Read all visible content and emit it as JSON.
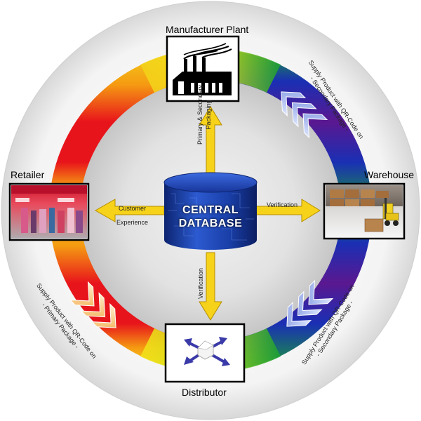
{
  "nodes": {
    "manufacturer": "Manufacturer Plant",
    "warehouse": "Warehouse",
    "distributor": "Distributor",
    "retailer": "Retailer"
  },
  "central": {
    "line1": "CENTRAL",
    "line2": "DATABASE"
  },
  "arrows": {
    "up_line1": "Primary & Secondary",
    "up_line2": "Packaging",
    "right": "Verification",
    "down": "Verification",
    "left_line1": "Customer",
    "left_line2": "Experience"
  },
  "ring_text": {
    "top_right_line1": "Supply Product with QR-Code on",
    "top_right_line2": "- Secondary Package -",
    "bottom_right_line1": "Supply Product with QR-Code on",
    "bottom_right_line2": "- Secondary Package -",
    "bottom_left_line1": "Supply Product with QR-Code on",
    "bottom_left_line2": "- Primary Package -"
  },
  "colors": {
    "arrow_fill": "#f6d21a",
    "arrow_stroke": "#b58f00",
    "ring_red": "#e8141b",
    "ring_orange": "#f59a12",
    "ring_yellow": "#f4e31a",
    "ring_green": "#1aa032",
    "ring_blue": "#1a2fb4",
    "ring_purple": "#5a1890",
    "db_blue": "#1a3fa8"
  }
}
